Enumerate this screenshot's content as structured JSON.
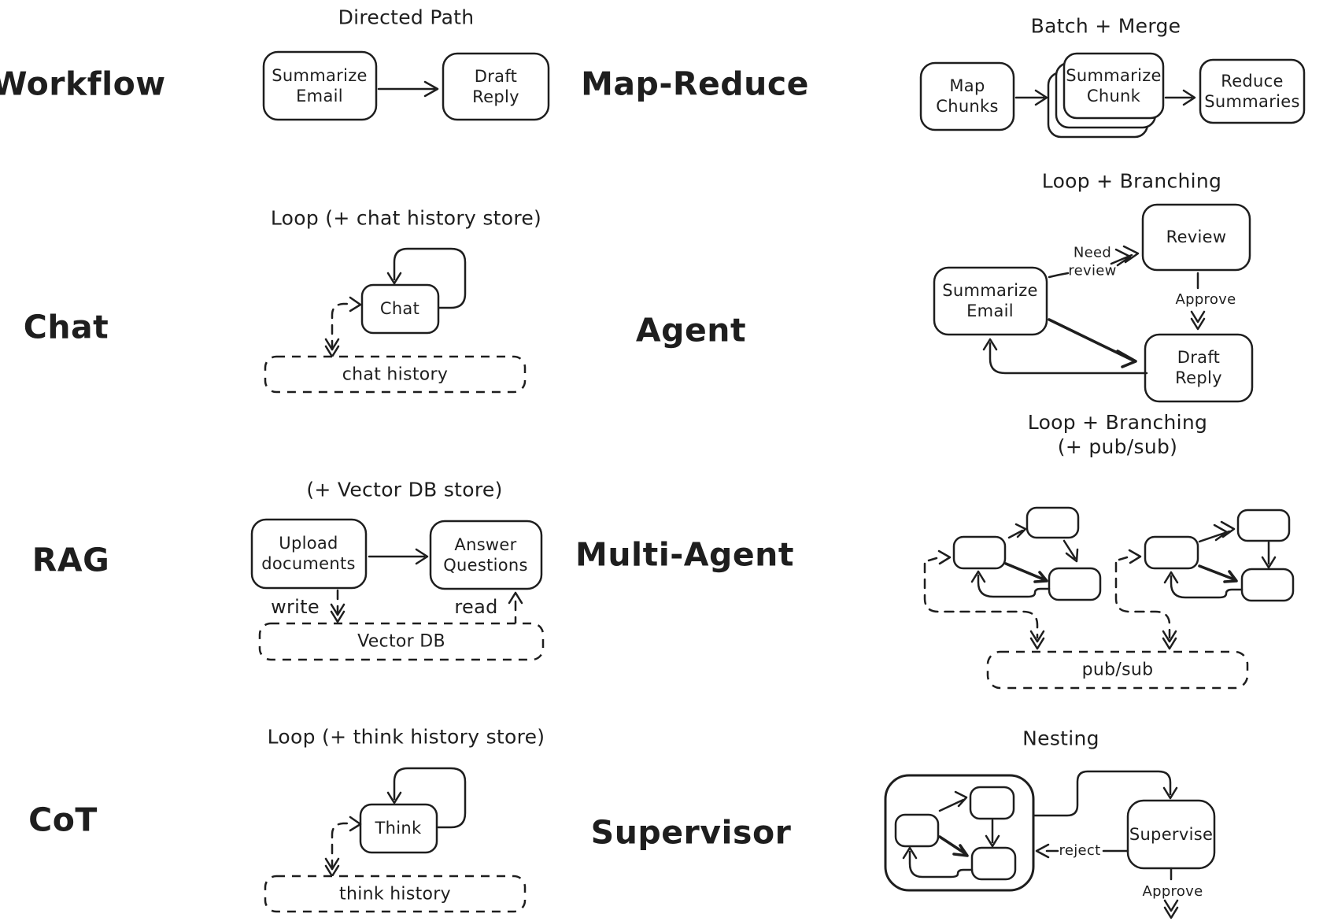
{
  "palette": {
    "ink": "#1e1e1e",
    "paper": "#ffffff"
  },
  "panels": {
    "workflow": {
      "label": "Workflow",
      "title": "Directed Path",
      "nodes": {
        "summarize_email": "Summarize\nEmail",
        "draft_reply": "Draft\nReply"
      }
    },
    "map_reduce": {
      "label": "Map-Reduce",
      "title": "Batch + Merge",
      "nodes": {
        "map_chunks": "Map\nChunks",
        "summarize_chunk": "Summarize\nChunk",
        "reduce_summaries": "Reduce\nSummaries"
      }
    },
    "chat": {
      "label": "Chat",
      "title": "Loop (+ chat history store)",
      "nodes": {
        "chat": "Chat",
        "chat_history": "chat history"
      }
    },
    "agent": {
      "label": "Agent",
      "title": "Loop + Branching",
      "nodes": {
        "summarize_email": "Summarize\nEmail",
        "review": "Review",
        "draft_reply": "Draft\nReply"
      },
      "edge_labels": {
        "need_review": "Need\nreview",
        "approve": "Approve"
      }
    },
    "rag": {
      "label": "RAG",
      "title": "(+ Vector DB store)",
      "nodes": {
        "upload_documents": "Upload\ndocuments",
        "answer_questions": "Answer\nQuestions",
        "vector_db": "Vector DB"
      },
      "edge_labels": {
        "write": "write",
        "read": "read"
      }
    },
    "multi_agent": {
      "label": "Multi-Agent",
      "title": "Loop + Branching (+ pub/sub)",
      "nodes": {
        "pub_sub": "pub/sub"
      }
    },
    "cot": {
      "label": "CoT",
      "title": "Loop (+ think history store)",
      "nodes": {
        "think": "Think",
        "think_history": "think history"
      }
    },
    "supervisor": {
      "label": "Supervisor",
      "title": "Nesting",
      "nodes": {
        "supervise": "Supervise"
      },
      "edge_labels": {
        "reject": "reject",
        "approve": "Approve"
      }
    }
  }
}
